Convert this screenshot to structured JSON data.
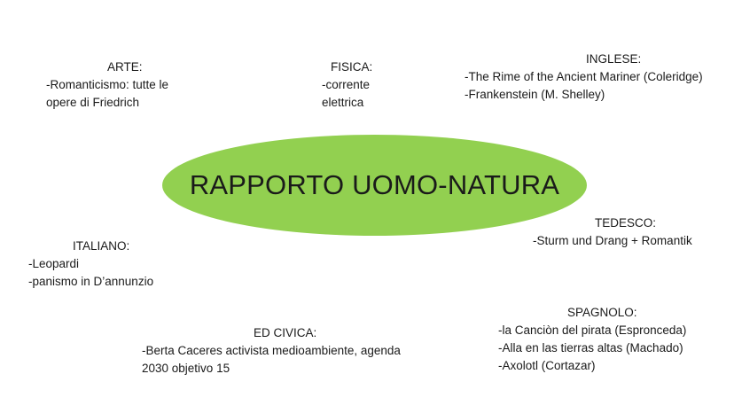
{
  "center": {
    "title": "RAPPORTO UOMO-NATURA",
    "color": "#92d050"
  },
  "arte": {
    "heading": "ARTE:",
    "lines": [
      "-Romanticismo: tutte le",
      "opere di Friedrich"
    ]
  },
  "fisica": {
    "heading": "FISICA:",
    "lines": [
      "-corrente",
      "elettrica"
    ]
  },
  "inglese": {
    "heading": "INGLESE:",
    "lines": [
      "-The Rime of the Ancient Mariner (Coleridge)",
      "-Frankenstein (M. Shelley)"
    ]
  },
  "tedesco": {
    "heading": "TEDESCO:",
    "lines": [
      "-Sturm und Drang + Romantik"
    ]
  },
  "italiano": {
    "heading": "ITALIANO:",
    "lines": [
      "-Leopardi",
      "-panismo in D’annunzio"
    ]
  },
  "spagnolo": {
    "heading": "SPAGNOLO:",
    "lines": [
      "-la Canciòn del pirata (Espronceda)",
      "-Alla en las tierras altas (Machado)",
      "-Axolotl (Cortazar)"
    ]
  },
  "edcivica": {
    "heading": "ED CIVICA:",
    "lines": [
      "-Berta Caceres activista medioambiente, agenda",
      "2030 objetivo 15"
    ]
  }
}
